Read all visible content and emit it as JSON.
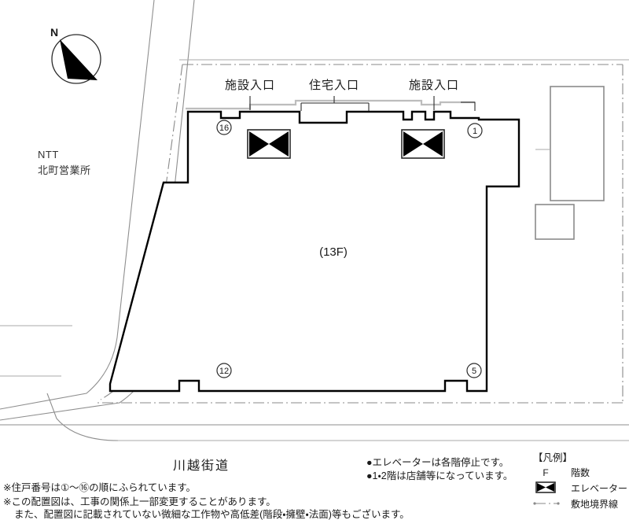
{
  "plan": {
    "title_floor_label": "(13F)",
    "road_label": "川越街道",
    "neighbor_label_line1": "NTT",
    "neighbor_label_line2": "北町営業所",
    "compass_north": "N",
    "entrances": [
      {
        "label": "施設入口",
        "name": "facility-entrance-left"
      },
      {
        "label": "住宅入口",
        "name": "residence-entrance"
      },
      {
        "label": "施設入口",
        "name": "facility-entrance-right"
      }
    ],
    "unit_markers": [
      {
        "label": "16",
        "position": "top-left"
      },
      {
        "label": "1",
        "position": "top-right"
      },
      {
        "label": "12",
        "position": "bottom-left"
      },
      {
        "label": "5",
        "position": "bottom-right"
      }
    ],
    "elevators": [
      {
        "name": "elevator-west"
      },
      {
        "name": "elevator-east"
      }
    ]
  },
  "notes": {
    "bullets": [
      "●エレベーターは各階停止です。",
      "●1・2階は店舗等になっています。"
    ],
    "footnotes": [
      "※住戸番号は①〜⑯の順にふられています。",
      "※この配置図は、工事の関係上一部変更することがあります。",
      "また、配置図に記載されていない微細な工作物や高低差(階段・擁壁・法面)等もございます。"
    ]
  },
  "legend": {
    "heading": "【凡例】",
    "items": [
      {
        "symbol": "F",
        "symbol_kind": "text",
        "label": "階数"
      },
      {
        "symbol": "elevator-bowtie",
        "symbol_kind": "icon",
        "label": "エレベーター"
      },
      {
        "symbol": "dash-dot-line",
        "symbol_kind": "icon",
        "label": "敷地境界線"
      }
    ]
  },
  "colors": {
    "ink": "#1a1a1a",
    "line": "#8a8a8a",
    "fill": "#ffffff"
  }
}
